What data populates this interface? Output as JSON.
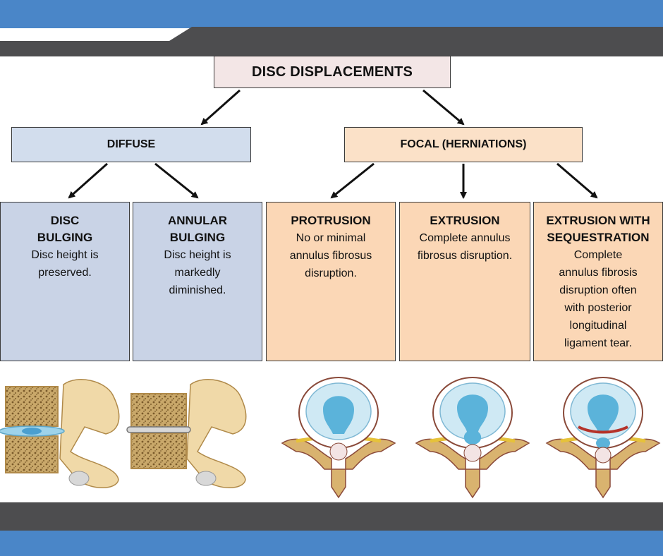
{
  "title": "DISC DISPLACEMENTS",
  "groups": {
    "diffuse": "DIFFUSE",
    "focal": "FOCAL (HERNIATIONS)"
  },
  "categories": [
    {
      "name_line1": "DISC",
      "name_line2": "BULGING",
      "desc_lines": [
        "Disc height is",
        "preserved."
      ]
    },
    {
      "name_line1": "ANNULAR",
      "name_line2": "BULGING",
      "desc_lines": [
        "Disc height  is",
        "markedly",
        "diminished."
      ]
    },
    {
      "name_line1": "PROTRUSION",
      "name_line2": "",
      "desc_lines": [
        "No or minimal",
        "annulus fibrosus",
        "disruption."
      ]
    },
    {
      "name_line1": "EXTRUSION",
      "name_line2": "",
      "desc_lines": [
        "Complete annulus",
        "fibrosus disruption."
      ]
    },
    {
      "name_line1": "EXTRUSION WITH",
      "name_line2": "SEQUESTRATION",
      "desc_lines": [
        "Complete",
        "annulus fibrosis",
        "disruption often",
        "with posterior",
        "longitudinal",
        "ligament tear."
      ]
    }
  ],
  "colors": {
    "brand_blue": "#4a86c8",
    "band_gray": "#4d4d4f",
    "diffuse_fill": "#c9d3e6",
    "focal_fill": "#fbd7b6",
    "title_fill": "#f3e6e6"
  },
  "illustrations": [
    "spine-lateral-disc-bulging-icon",
    "spine-lateral-annular-bulging-icon",
    "vertebra-axial-protrusion-icon",
    "vertebra-axial-extrusion-icon",
    "vertebra-axial-sequestration-icon"
  ]
}
